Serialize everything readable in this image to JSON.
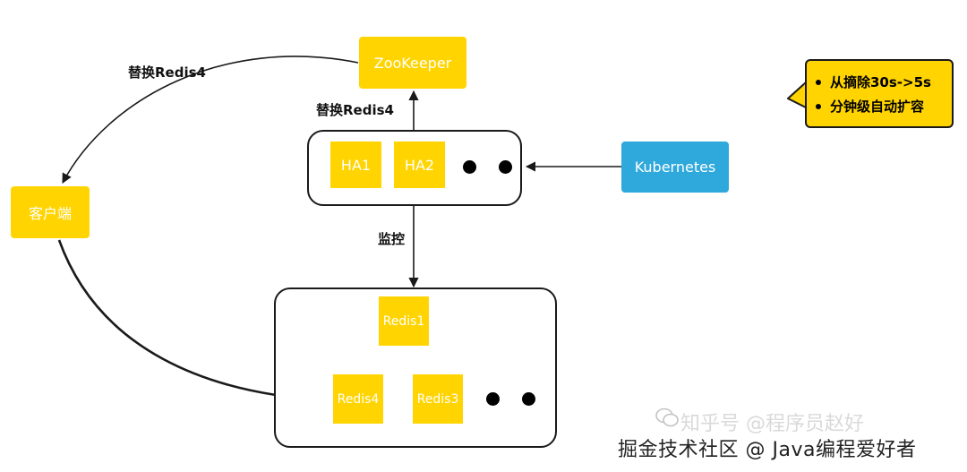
{
  "nodes": {
    "zookeeper": "ZooKeeper",
    "client": "客户端",
    "kubernetes": "Kubernetes",
    "ha1": "HA1",
    "ha2": "HA2",
    "redis1": "Redis1",
    "redis4": "Redis4",
    "redis3": "Redis3"
  },
  "edge_labels": {
    "replace_top": "替换Redis4",
    "replace_mid": "替换Redis4",
    "monitor": "监控"
  },
  "callout": {
    "items": [
      "从摘除30s->5s",
      "分钟级自动扩容"
    ]
  },
  "watermark": {
    "faint": "知乎号 @程序员赵好",
    "text": "掘金技术社区 @ Java编程爱好者"
  },
  "colors": {
    "yellow": "#FFD400",
    "blue": "#2FA8DB",
    "stroke": "#1a1a1a"
  }
}
